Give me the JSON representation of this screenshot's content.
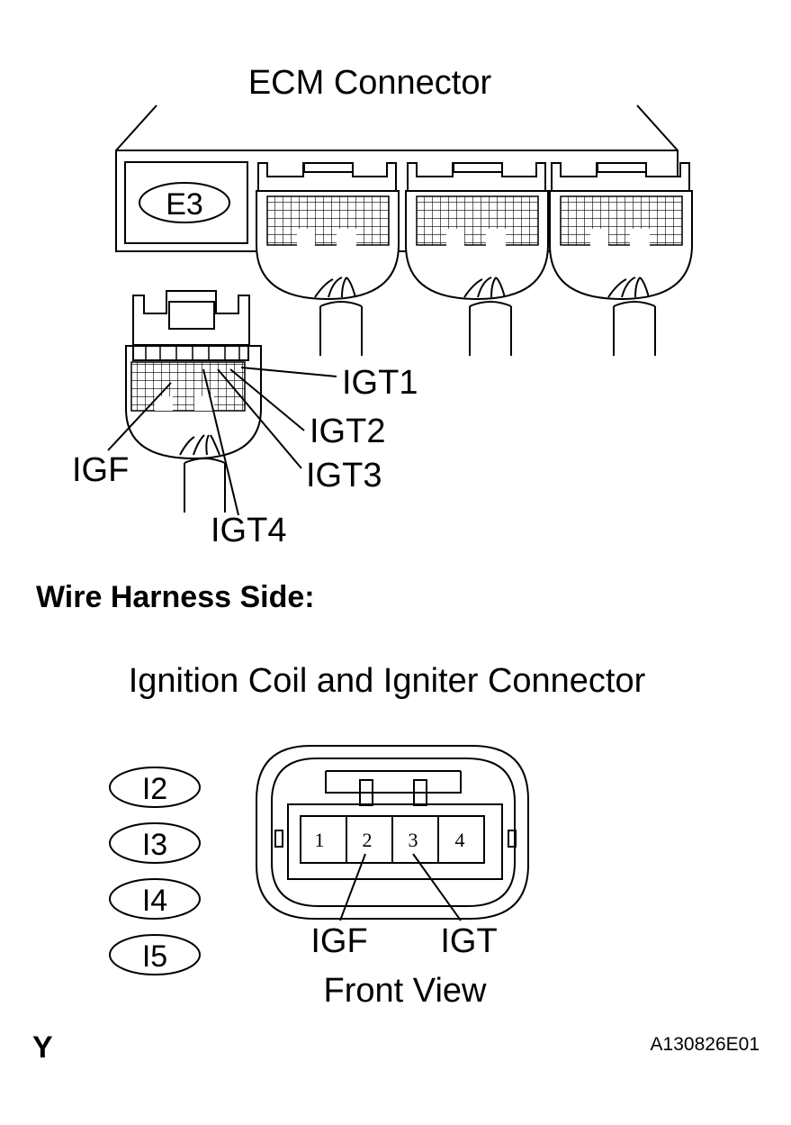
{
  "ecm": {
    "title": "ECM Connector",
    "connector_code": "E3",
    "pins": {
      "igt1": "IGT1",
      "igt2": "IGT2",
      "igt3": "IGT3",
      "igt4": "IGT4",
      "igf": "IGF"
    }
  },
  "section_heading": "Wire Harness Side:",
  "ignition": {
    "title": "Ignition Coil and Igniter Connector",
    "connector_codes": [
      "I2",
      "I3",
      "I4",
      "I5"
    ],
    "pin_numbers": [
      "1",
      "2",
      "3",
      "4"
    ],
    "pin_labels": {
      "igf": "IGF",
      "igt": "IGT"
    },
    "view_label": "Front View"
  },
  "footer": {
    "left_mark": "Y",
    "figure_id": "A130826E01"
  }
}
